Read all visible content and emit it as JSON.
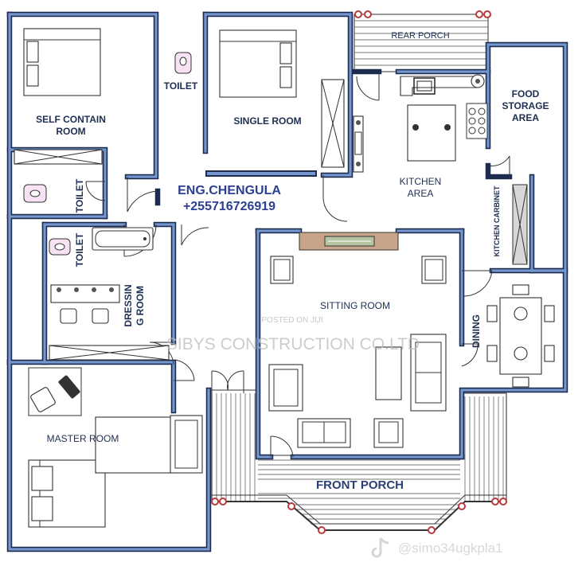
{
  "rooms": {
    "self_contain": [
      "SELF CONTAIN",
      "ROOM"
    ],
    "toilet_top": "TOILET",
    "toilet_left": "TOILET",
    "toilet_mid": "TOILET",
    "single_room": "SINGLE ROOM",
    "rear_porch": "REAR PORCH",
    "food_storage": [
      "FOOD",
      "STORAGE",
      "AREA"
    ],
    "kitchen": [
      "KITCHEN",
      "AREA"
    ],
    "kitchen_cabinet": "KITCHEN CARBINET",
    "dressing": [
      "DRESSIN",
      "G ROOM"
    ],
    "sitting_room": "SITTING ROOM",
    "dining": "DINING",
    "master_room": "MASTER ROOM",
    "front_porch": "FRONT PORCH"
  },
  "engineer": {
    "name": "ENG.CHENGULA",
    "phone": "+255716726919"
  },
  "watermarks": {
    "company": "SIBYS CONSTRUCTION CO.LTD",
    "posted": "POSTED ON JIJI",
    "tiktok": "@simo34ugkpla1"
  },
  "colors": {
    "wall_outer": "#1c2b4e",
    "wall_inner": "#7597d0",
    "label": "#1e2f52",
    "engineer_text": "#2c3f92",
    "post_red": "#b83a3a"
  },
  "icons": [
    "toilet-icon",
    "bed-icon",
    "sofa-icon",
    "stove-icon",
    "sink-icon",
    "bathtub-icon",
    "tv-unit-icon",
    "tiktok-icon"
  ]
}
